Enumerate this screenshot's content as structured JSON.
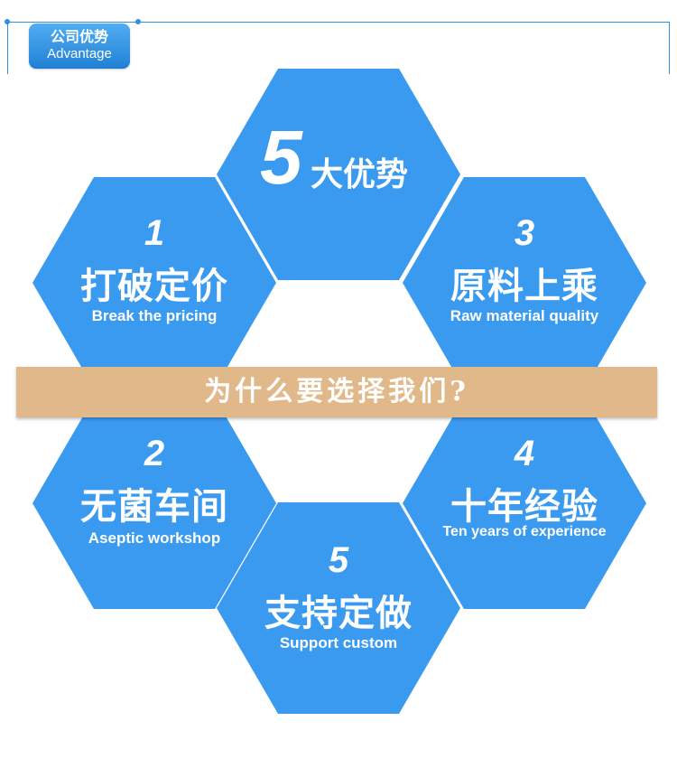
{
  "header": {
    "badge_zh": "公司优势",
    "badge_en": "Advantage"
  },
  "center": {
    "number": "5",
    "label": "大优势"
  },
  "banner": "为什么要选择我们?",
  "advantages": [
    {
      "num": "1",
      "zh": "打破定价",
      "en": "Break the pricing"
    },
    {
      "num": "2",
      "zh": "无菌车间",
      "en": "Aseptic workshop"
    },
    {
      "num": "3",
      "zh": "原料上乘",
      "en": "Raw material quality"
    },
    {
      "num": "4",
      "zh": "十年经验",
      "en": "Ten years of experience"
    },
    {
      "num": "5",
      "zh": "支持定做",
      "en": "Support custom"
    }
  ],
  "colors": {
    "hex_fill": "#3a9af0",
    "accent": "#2f8fe0",
    "banner": "#e1b889"
  }
}
